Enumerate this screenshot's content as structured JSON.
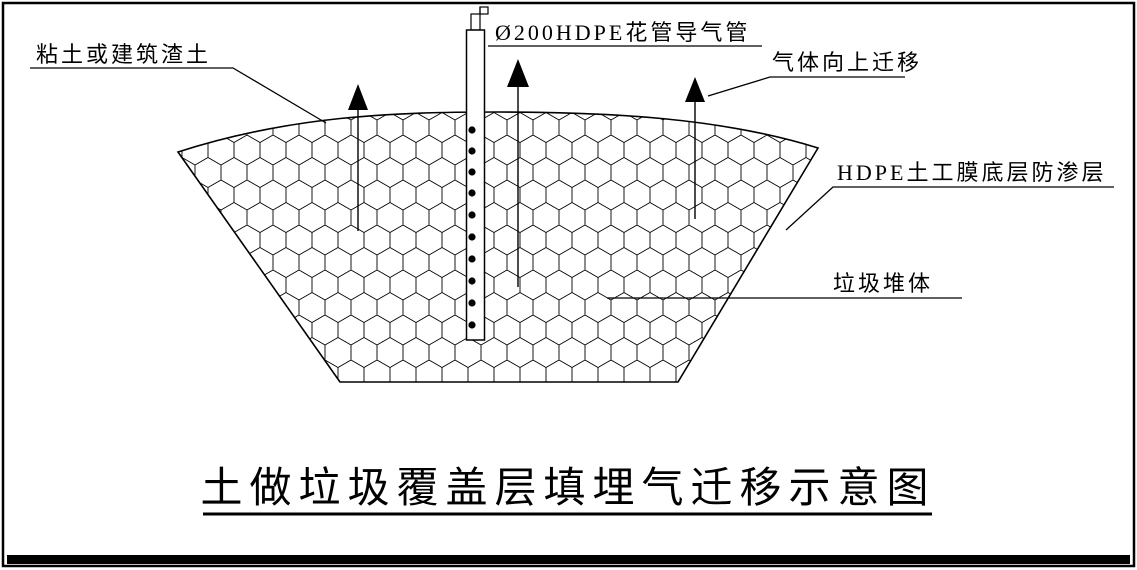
{
  "drawing": {
    "labels": {
      "cover_soil": "粘土或建筑渣土",
      "gas_pipe": "Ø200HDPE花管导气管",
      "gas_flow": "气体向上迁移",
      "liner": "HDPE土工膜底层防渗层",
      "waste_body": "垃圾堆体"
    },
    "title": "土做垃圾覆盖层填埋气迁移示意图",
    "colors": {
      "line": "#000000",
      "background": "#ffffff"
    }
  }
}
